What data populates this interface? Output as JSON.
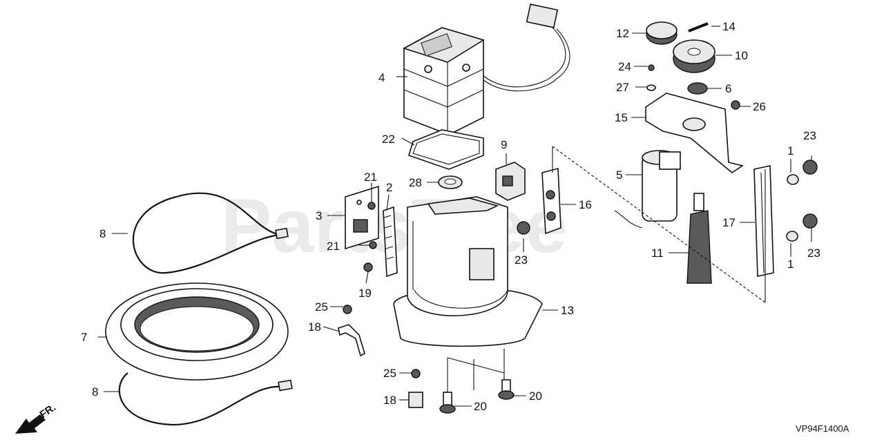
{
  "watermark": "PartsTree",
  "diagram_code": "VP94F1400A",
  "direction_label": "FR.",
  "callouts": {
    "c1a": "1",
    "c1b": "1",
    "c2": "2",
    "c3": "3",
    "c4": "4",
    "c5": "5",
    "c6": "6",
    "c7": "7",
    "c8a": "8",
    "c8b": "8",
    "c9": "9",
    "c10": "10",
    "c11": "11",
    "c12": "12",
    "c13": "13",
    "c14": "14",
    "c15": "15",
    "c16": "16",
    "c17": "17",
    "c18a": "18",
    "c18b": "18",
    "c19": "19",
    "c20a": "20",
    "c20b": "20",
    "c21a": "21",
    "c21b": "21",
    "c22": "22",
    "c23a": "23",
    "c23b": "23",
    "c23c": "23",
    "c24": "24",
    "c25a": "25",
    "c25b": "25",
    "c26": "26",
    "c27": "27",
    "c28": "28"
  }
}
